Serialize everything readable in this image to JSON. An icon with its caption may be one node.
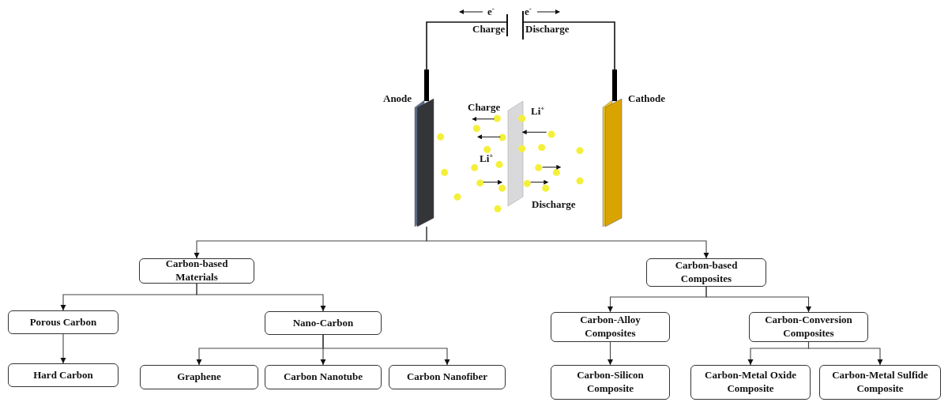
{
  "diagram": {
    "nodes": [
      {
        "text": [
          "Anode"
        ]
      },
      {
        "text": [
          "Cathode"
        ]
      },
      {
        "text": [
          "Carbon-based Materials"
        ]
      },
      {
        "text": [
          "Carbon-based Composites"
        ]
      },
      {
        "text": [
          "Porous Carbon"
        ]
      },
      {
        "text": [
          "Nano-Carbon"
        ]
      },
      {
        "text": [
          "Hard Carbon"
        ]
      },
      {
        "text": [
          "Graphene"
        ]
      },
      {
        "text": [
          "Carbon Nanotube"
        ]
      },
      {
        "text": [
          "Carbon Nanofiber"
        ]
      },
      {
        "text": [
          "Carbon-Alloy Composites"
        ]
      },
      {
        "text": [
          "Carbon-Conversion Composites"
        ]
      },
      {
        "text": [
          "Carbon-Silicon Composite"
        ]
      },
      {
        "text": [
          "Carbon-Metal Oxide Composite"
        ]
      },
      {
        "text": [
          "Carbon-Metal Sulfide Composite"
        ]
      },
      {
        "text": [],
        "shape": "battery"
      }
    ],
    "edges": [
      {
        "from": 0,
        "to": 15,
        "arrow": "none"
      },
      {
        "from": 15,
        "to": 1,
        "arrow": "none"
      },
      {
        "from": 0,
        "to": 2,
        "arrow": "to"
      },
      {
        "from": 0,
        "to": 3,
        "arrow": "to"
      },
      {
        "from": 2,
        "to": 4,
        "arrow": "to"
      },
      {
        "from": 2,
        "to": 5,
        "arrow": "to"
      },
      {
        "from": 4,
        "to": 6,
        "arrow": "to"
      },
      {
        "from": 5,
        "to": 7,
        "arrow": "to"
      },
      {
        "from": 5,
        "to": 8,
        "arrow": "to"
      },
      {
        "from": 5,
        "to": 9,
        "arrow": "to"
      },
      {
        "from": 3,
        "to": 10,
        "arrow": "to"
      },
      {
        "from": 3,
        "to": 11,
        "arrow": "to"
      },
      {
        "from": 10,
        "to": 12,
        "arrow": "to"
      },
      {
        "from": 11,
        "to": 13,
        "arrow": "to"
      },
      {
        "from": 11,
        "to": 14,
        "arrow": "to"
      }
    ],
    "labels": [
      "e$^{-}$",
      "e$^{-}$",
      "Charge",
      "Discharge",
      "Charge",
      "Li$^{+}$",
      "Li$^{+}$",
      "Discharge"
    ]
  }
}
